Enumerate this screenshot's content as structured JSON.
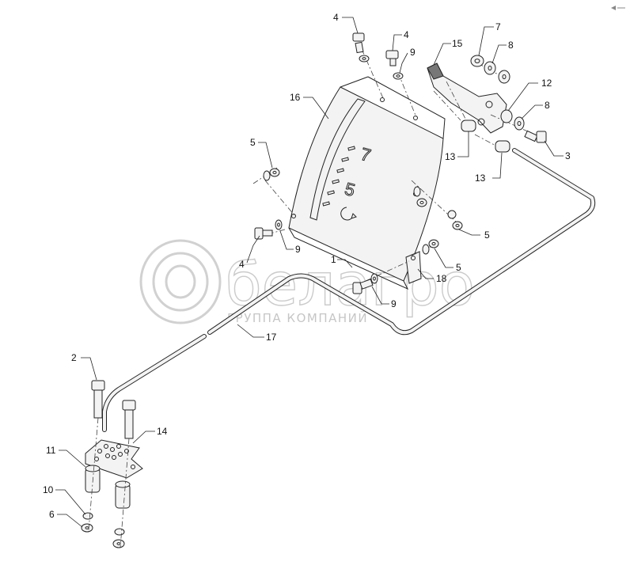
{
  "watermark": {
    "brand": "белагро",
    "subtitle": "ГРУППА КОМПАНИЙ"
  },
  "plate_marks": {
    "gear_upper": "7",
    "gear_middle": "5"
  },
  "callouts": [
    {
      "id": "c-4a",
      "text": "4"
    },
    {
      "id": "c-4b",
      "text": "4"
    },
    {
      "id": "c-4c",
      "text": "4"
    },
    {
      "id": "c-9a",
      "text": "9"
    },
    {
      "id": "c-9b",
      "text": "9"
    },
    {
      "id": "c-9c",
      "text": "9"
    },
    {
      "id": "c-15",
      "text": "15"
    },
    {
      "id": "c-7",
      "text": "7"
    },
    {
      "id": "c-8a",
      "text": "8"
    },
    {
      "id": "c-8b",
      "text": "8"
    },
    {
      "id": "c-12",
      "text": "12"
    },
    {
      "id": "c-3",
      "text": "3"
    },
    {
      "id": "c-13a",
      "text": "13"
    },
    {
      "id": "c-13b",
      "text": "13"
    },
    {
      "id": "c-16",
      "text": "16"
    },
    {
      "id": "c-5a",
      "text": "5"
    },
    {
      "id": "c-5b",
      "text": "5"
    },
    {
      "id": "c-5c",
      "text": "5"
    },
    {
      "id": "c-1",
      "text": "1"
    },
    {
      "id": "c-18",
      "text": "18"
    },
    {
      "id": "c-17",
      "text": "17"
    },
    {
      "id": "c-2",
      "text": "2"
    },
    {
      "id": "c-14",
      "text": "14"
    },
    {
      "id": "c-11",
      "text": "11"
    },
    {
      "id": "c-10",
      "text": "10"
    },
    {
      "id": "c-6",
      "text": "6"
    }
  ]
}
